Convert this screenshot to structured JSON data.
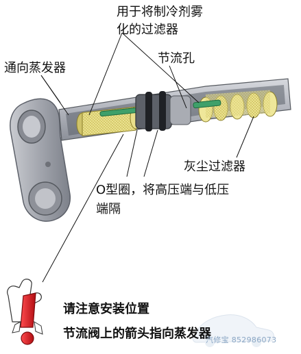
{
  "labels": {
    "atomizing_filter_line1": "用于将制冷剂雾",
    "atomizing_filter_line2": "化的过滤器",
    "orifice": "节流孔",
    "to_evaporator": "通向蒸发器",
    "dust_filter": "灰尘过滤器",
    "o_ring_line1": "O型圈，将高压端与低压",
    "o_ring_line2": "端隔"
  },
  "notes": {
    "line1": "请注意安装位置",
    "line2": "节流阀上的箭头指向蒸发器"
  },
  "watermark": {
    "text": "汽修宝 852986073"
  },
  "colors": {
    "tube": "#b9bcc4",
    "tube_dark": "#7e828c",
    "mesh": "#e6dc7a",
    "green_pin": "#3fa06a",
    "flange": "#9a9ca3",
    "exclamation_red": "#d0161b"
  }
}
